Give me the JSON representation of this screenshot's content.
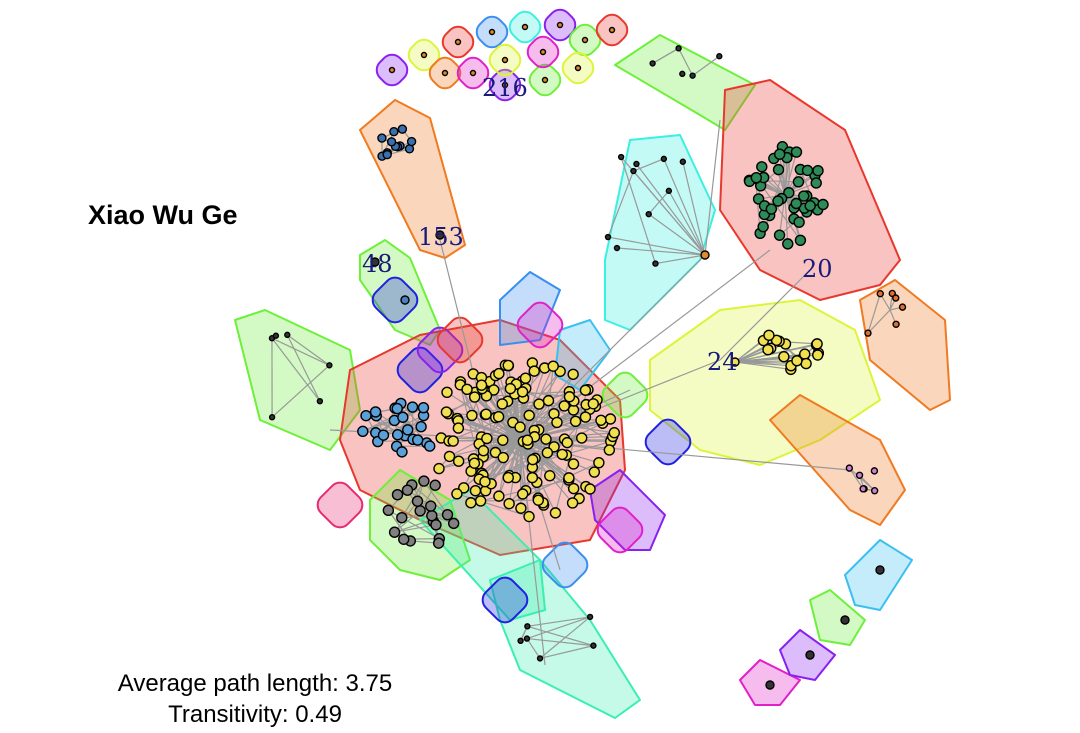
{
  "title": "Xiao Wu Ge",
  "stats": {
    "avg_path_length": "Average path length: 3.75",
    "transitivity": "Transitivity: 0.49"
  },
  "community_labels": [
    "216",
    "153",
    "48",
    "20",
    "24"
  ],
  "colors": {
    "red": "#e8382d",
    "green": "#6ef03a",
    "orange": "#f07a20",
    "yellow": "#dcf53a",
    "blue": "#3a8ef0",
    "navy": "#2020e0",
    "cyan": "#3af0e0",
    "purple": "#8a20f0",
    "magenta": "#e020c8",
    "pink": "#e82a70",
    "teal": "#3af0b0",
    "sky": "#3ac0f0",
    "node_yellow": "#f0e050",
    "node_blue": "#5aa0d8",
    "node_green": "#2e8b57",
    "node_gray": "#808080"
  }
}
